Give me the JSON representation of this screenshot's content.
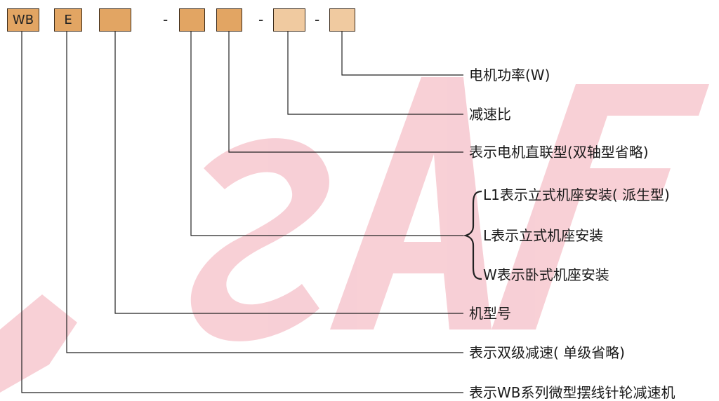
{
  "boxes": [
    {
      "text": "WB",
      "tone": "c1"
    },
    {
      "text": "E",
      "tone": "c1"
    },
    {
      "text": "",
      "tone": "c1"
    },
    {
      "text": "",
      "tone": "c1"
    },
    {
      "text": "",
      "tone": "c1"
    },
    {
      "text": "",
      "tone": "c3"
    },
    {
      "text": "",
      "tone": "c3"
    }
  ],
  "separators": [
    "-",
    "-",
    "-"
  ],
  "labels": {
    "power": "电机功率(W)",
    "ratio": "减速比",
    "direct": "表示电机直联型(双轴型省略)",
    "l1": "L1表示立式机座安装( 派生型)",
    "l": "L表示立式机座安装",
    "w": "W表示卧式机座安装",
    "frame": "机型号",
    "double": "表示双级减速( 单级省略)",
    "series": "表示WB系列微型摆线针轮减速机"
  },
  "colors": {
    "box_dark": "#e2a563",
    "box_light": "#f0caa0",
    "watermark": "#f2b6bf",
    "line": "#222222"
  },
  "watermark_text": "SAF"
}
